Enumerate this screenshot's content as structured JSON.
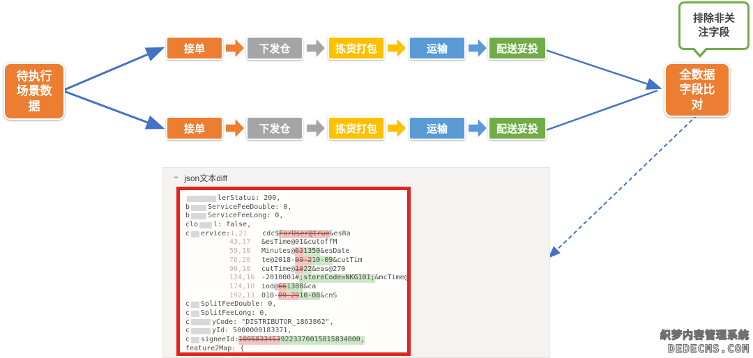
{
  "diagram": {
    "left_node": {
      "label": "待执行\n场景数\n据"
    },
    "right_node": {
      "label": "全数据\n字段比\n对"
    },
    "callout": {
      "label": "排除非关\n注字段"
    },
    "flow_steps": [
      {
        "label": "接单",
        "color": "#ED7D31"
      },
      {
        "label": "下发仓",
        "color": "#A5A5A5"
      },
      {
        "label": "拣货打包",
        "color": "#FFC000"
      },
      {
        "label": "运输",
        "color": "#5B9BD5"
      },
      {
        "label": "配送妥投",
        "color": "#70AD47"
      }
    ],
    "row_count": 2
  },
  "panel": {
    "title": "json文本diff",
    "chevron_icon": "⌄",
    "diff_lines": [
      [
        {
          "t": "redact",
          "w": 42
        },
        {
          "t": "text",
          "v": "lerStatus: 200,"
        }
      ],
      [
        {
          "t": "text",
          "v": "b"
        },
        {
          "t": "redact",
          "w": 22
        },
        {
          "t": "text",
          "v": "ServiceFeeDouble: 0,"
        }
      ],
      [
        {
          "t": "text",
          "v": "b"
        },
        {
          "t": "redact",
          "w": 22
        },
        {
          "t": "text",
          "v": "ServiceFeeLong: 0,"
        }
      ],
      [
        {
          "t": "text",
          "v": "clo"
        },
        {
          "t": "redact",
          "w": 18
        },
        {
          "t": "text",
          "v": "l: false,"
        }
      ],
      [
        {
          "t": "text",
          "v": "c"
        },
        {
          "t": "redact",
          "w": 12
        },
        {
          "t": "text",
          "v": "ervice: "
        },
        {
          "t": "num",
          "v": "1,21"
        },
        {
          "t": "text",
          "v": "cdc$"
        },
        {
          "t": "del",
          "v": "ForUser@true"
        },
        {
          "t": "text",
          "v": "&esRa"
        }
      ],
      [
        {
          "t": "pad",
          "w": 63
        },
        {
          "t": "num",
          "v": "43,17"
        },
        {
          "t": "text",
          "v": "&esTime@01&cutoffM"
        }
      ],
      [
        {
          "t": "pad",
          "w": 63
        },
        {
          "t": "num",
          "v": "59,18"
        },
        {
          "t": "text",
          "v": "Minutes@"
        },
        {
          "t": "del",
          "v": "63"
        },
        {
          "t": "ins",
          "v": "1350"
        },
        {
          "t": "text",
          "v": "&esDate"
        }
      ],
      [
        {
          "t": "pad",
          "w": 63
        },
        {
          "t": "num",
          "v": "76,20"
        },
        {
          "t": "text",
          "v": "te@2018-"
        },
        {
          "t": "del",
          "v": "09-2"
        },
        {
          "t": "ins",
          "v": "10-09"
        },
        {
          "t": "text",
          "v": "&cutTim"
        }
      ],
      [
        {
          "t": "pad",
          "w": 63
        },
        {
          "t": "num",
          "v": "90,18"
        },
        {
          "t": "text",
          "v": "cutTime@"
        },
        {
          "t": "del",
          "v": "10"
        },
        {
          "t": "ins",
          "v": "22"
        },
        {
          "t": "text",
          "v": "&eas@270"
        }
      ],
      [
        {
          "t": "pad",
          "w": 63
        },
        {
          "t": "num",
          "v": "124,16"
        },
        {
          "t": "text",
          "v": "-2010001#"
        },
        {
          "t": "ins",
          "v": ";storeCode=NKG101;"
        },
        {
          "t": "text",
          "v": "&mcTime@"
        }
      ],
      [
        {
          "t": "pad",
          "w": 63
        },
        {
          "t": "num",
          "v": "174,10"
        },
        {
          "t": "text",
          "v": "iod@"
        },
        {
          "t": "del",
          "v": "66"
        },
        {
          "t": "ins",
          "v": "1380"
        },
        {
          "t": "text",
          "v": "&ca"
        }
      ],
      [
        {
          "t": "pad",
          "w": 63
        },
        {
          "t": "num",
          "v": "192,13"
        },
        {
          "t": "text",
          "v": "018-"
        },
        {
          "t": "del",
          "v": "09-29"
        },
        {
          "t": "ins",
          "v": "10-08"
        },
        {
          "t": "text",
          "v": "&cnS"
        }
      ],
      [
        {
          "t": "text",
          "v": "c"
        },
        {
          "t": "redact",
          "w": 12
        },
        {
          "t": "text",
          "v": "SplitFeeDouble: 0,"
        }
      ],
      [
        {
          "t": "text",
          "v": "c"
        },
        {
          "t": "redact",
          "w": 12
        },
        {
          "t": "text",
          "v": "SplitFeeLong: 0,"
        }
      ],
      [
        {
          "t": "text",
          "v": "c"
        },
        {
          "t": "redact",
          "w": 28
        },
        {
          "t": "text",
          "v": "yCode: \"DISTRIBUTOR_1863862\","
        }
      ],
      [
        {
          "t": "text",
          "v": "c"
        },
        {
          "t": "redact",
          "w": 28
        },
        {
          "t": "text",
          "v": "yId: 5000000183371,"
        }
      ],
      [
        {
          "t": "text",
          "v": "c"
        },
        {
          "t": "redact",
          "w": 12
        },
        {
          "t": "text",
          "v": "signeeId: "
        },
        {
          "t": "del",
          "v": "1095833453"
        },
        {
          "t": "text",
          "v": " "
        },
        {
          "t": "ins",
          "v": "9223370015815834000,"
        }
      ],
      [
        {
          "t": "text",
          "v": "feature2Map: {"
        }
      ]
    ]
  },
  "watermark": {
    "line1": "织梦内容管理系统",
    "line2": "DEDECMS.COM"
  },
  "colors": {
    "node_orange": "#ED7D31",
    "step_gray": "#A5A5A5",
    "step_yellow": "#FFC000",
    "step_blue": "#5B9BD5",
    "step_green": "#70AD47",
    "arrow_blue": "#4472C4",
    "highlight_red_border": "#E0251F",
    "diff_del_bg": "#F3C5C1",
    "diff_ins_bg": "#CDE8C8",
    "panel_bg": "#F4F3F1"
  }
}
